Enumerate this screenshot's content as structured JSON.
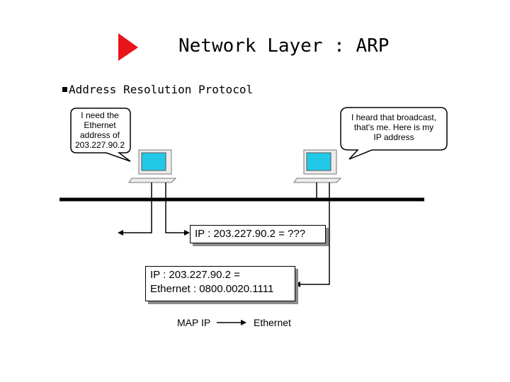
{
  "title": "Network Layer : ARP",
  "bullet": "Address Resolution Protocol",
  "left_bubble": [
    "I need the",
    "Ethernet",
    "address of",
    "203.227.90.2"
  ],
  "right_bubble": [
    "I heard that broadcast,",
    "that's me. Here is my",
    "IP address"
  ],
  "query_box": "IP : 203.227.90.2 = ???",
  "answer_box": [
    "IP : 203.227.90.2 =",
    "Ethernet : 0800.0020.1111"
  ],
  "legend": {
    "from": "MAP IP",
    "to": "Ethernet"
  },
  "colors": {
    "arrow_red": "#e8141a",
    "screen": "#21c8e8",
    "computer_body": "#ececec",
    "shadow": "#8a8a8a"
  },
  "icons": [
    "play-arrow-icon",
    "computer-icon"
  ]
}
